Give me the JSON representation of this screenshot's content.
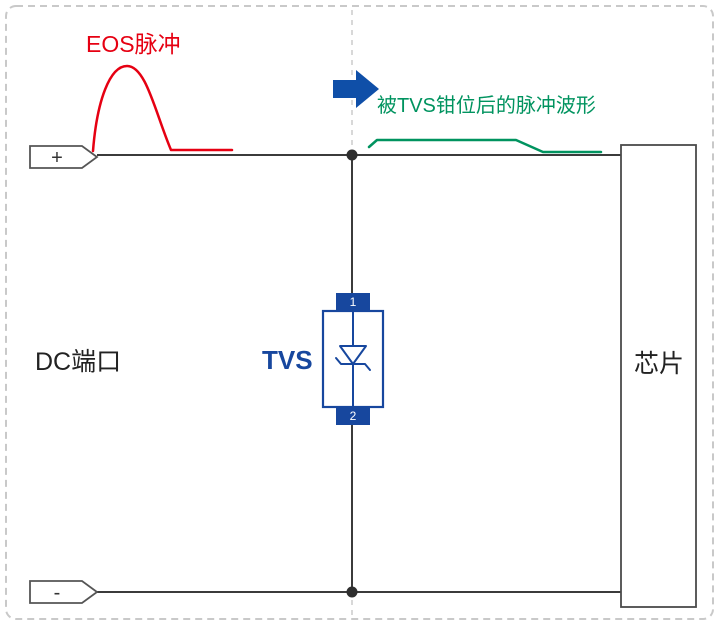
{
  "title": "TVS clamping circuit diagram",
  "labels": {
    "eos_pulse": "EOS脉冲",
    "clamped_pulse": "被TVS钳位后的脉冲波形",
    "dc_port": "DC端口",
    "tvs": "TVS",
    "chip": "芯片",
    "plus_terminal": "+",
    "minus_terminal": "-",
    "tvs_pin_top": "1",
    "tvs_pin_bottom": "2"
  },
  "icons": {
    "right_arrow": "right-arrow-icon"
  },
  "colors": {
    "eos_red": "#e60012",
    "clamped_green": "#00935f",
    "arrow_blue": "#0f4fa8",
    "tvs_blue": "#17479e",
    "wire_dark": "#3b3b3b",
    "frame_gray": "#c9c9c9"
  }
}
